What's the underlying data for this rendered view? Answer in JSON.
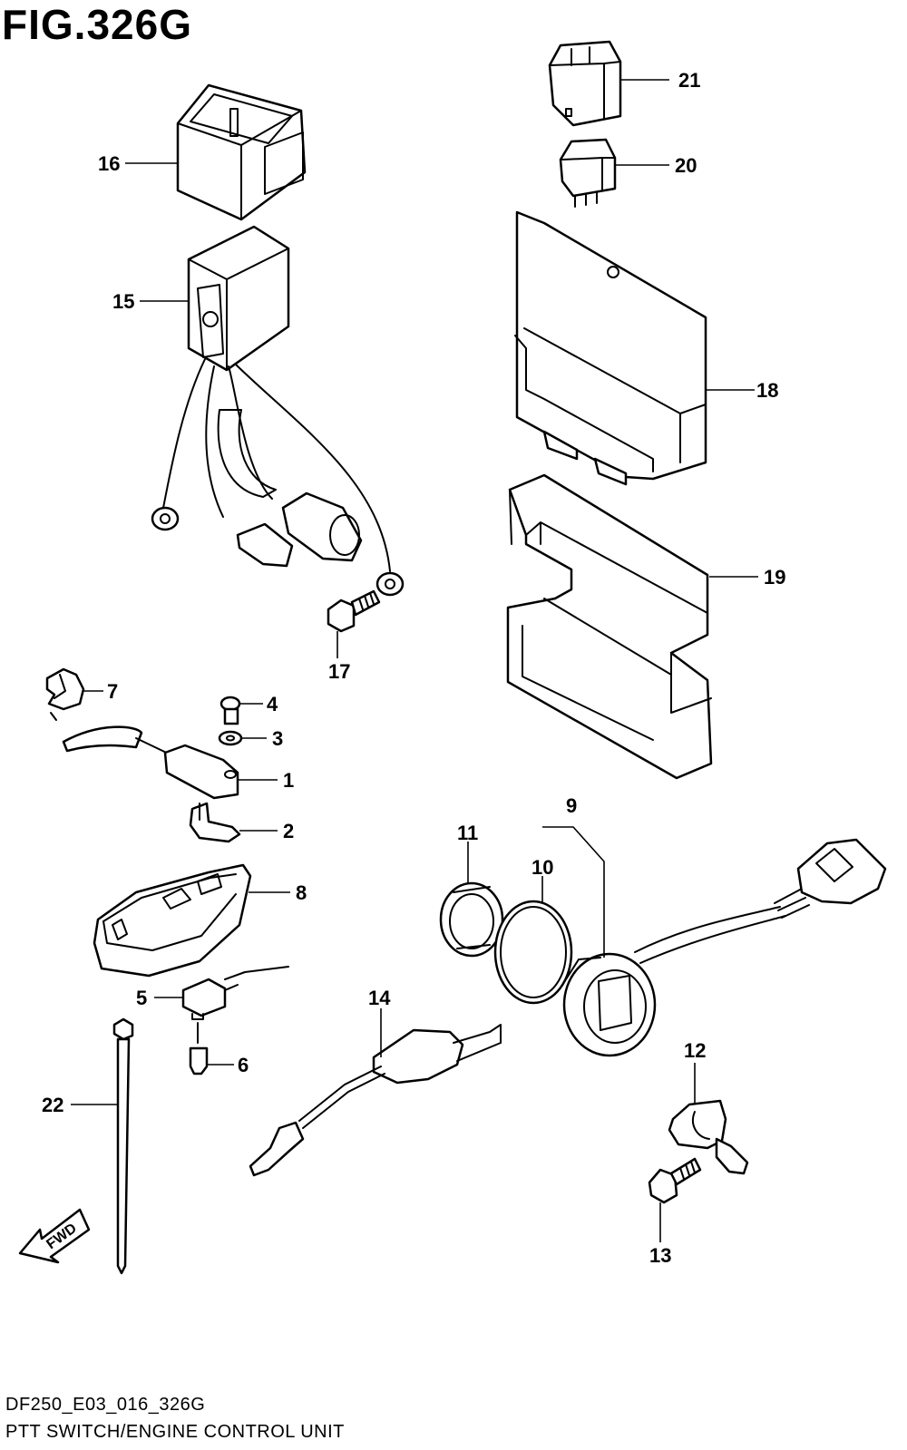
{
  "figure": {
    "title": "FIG.326G",
    "code": "DF250_E03_016_326G",
    "name": "PTT SWITCH/ENGINE CONTROL UNIT",
    "fwd_label": "FWD"
  },
  "callouts": [
    "1",
    "2",
    "3",
    "4",
    "5",
    "6",
    "7",
    "8",
    "9",
    "10",
    "11",
    "12",
    "13",
    "14",
    "15",
    "16",
    "17",
    "18",
    "19",
    "20",
    "21",
    "22"
  ]
}
